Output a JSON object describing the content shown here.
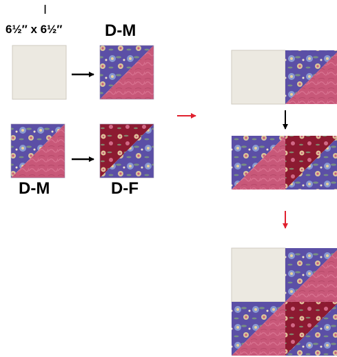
{
  "labels": {
    "fabric_letter": "I",
    "fabric_size": "6½″ x 6½″",
    "unit_top": "D-M",
    "unit_left_bottom": "D-M",
    "unit_bottom_right": "D-F"
  },
  "colors": {
    "cream": "#ece9e1",
    "purple": "#5b4fa6",
    "purple_dark": "#463a8c",
    "pink": "#c85879",
    "pink_light": "#d9718f",
    "red": "#8c1a31",
    "red_dark": "#6f1326",
    "floral_blue": "#8fa6d8",
    "floral_yellow": "#e7d29a",
    "leaf_green": "#7fa07a",
    "arrow_black": "#000000",
    "arrow_red": "#e0202e"
  },
  "icons": {
    "black_arrow": "arrow-right-black-icon",
    "red_arrow": "arrow-right-red-icon",
    "down_arrow": "arrow-down-black-icon",
    "down_red_arrow": "arrow-down-red-icon"
  }
}
